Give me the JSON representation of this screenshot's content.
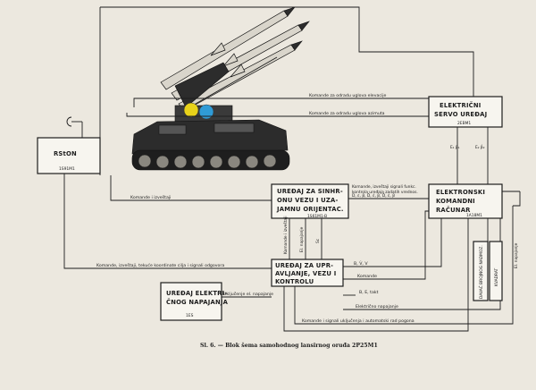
{
  "blocks": {
    "rston": {
      "title": "RStON",
      "code": "1S91M1"
    },
    "servo": {
      "line1": "ELEKTRIČNI",
      "line2": "SERVO UREĐAJ",
      "code": "2EBM1"
    },
    "sinhron": {
      "line1": "UREĐAJ ZA SINHR-",
      "line2": "ONU VEZU I UZA-",
      "line3": "JAMNU ORIJENTAC.",
      "code": "1S61M1-B"
    },
    "racunar": {
      "line1": "ELEKTRONSKI",
      "line2": "KOMANDNI",
      "line3": "RAČUNAR",
      "code": "1A18M1"
    },
    "upravljanje": {
      "line1": "UREĐAJ ZA UPR-",
      "line2": "AVLJANJE, VEZU I",
      "line3": "KONTROLU"
    },
    "napajanje": {
      "line1": "UREĐAJ ELEKTRI-",
      "line2": "ČNOG NAPAJANJA",
      "code": "1ES"
    },
    "davac": {
      "text": "DAVAČ BROJNOG NADMOZ."
    },
    "kvadrat": {
      "text": "KVADRAT"
    }
  },
  "labels": {
    "elevacija": "Komande za odradu uglova elevacije",
    "azimut": "Komande za odradu uglova azimuta",
    "komande_izvestaji": "Komande i izveštaji",
    "komande_izv_funk": "Komande, izveštaji signali funkc.",
    "kontrola_uredjaja": "kontrola uređaja zadatih vrednos.",
    "greek_params": "D, ε, β, Ḋ, ε̇, β̇, Ḋ, ε̇, β̇",
    "koordinate": "Komande, izveštaji, tekuće koordinate cilja i signali odgovora",
    "v_komande_izv": "Komande i izveštaji",
    "v_el_napajanje": "El. napajanje",
    "v_sc": "Sc",
    "eps_beta_1": "Ε₁ β₁",
    "eps_beta_2": "Ε̇₂ β̇₂",
    "bvv": "B, V̇, V",
    "komande": "Komande",
    "be_takt": "B, E, takt",
    "uklj_napajanje": "Uključenje el. napajanje",
    "elektricno_napajanje": "Električno napajanje",
    "komande_signali": "Komande i signali uključenja i automatski rad pogona",
    "el_napajanje_right": "El. napajanje"
  },
  "caption": "Sl. 6. — Blok šema samohodnog lansirnog oruđa 2P25M1"
}
